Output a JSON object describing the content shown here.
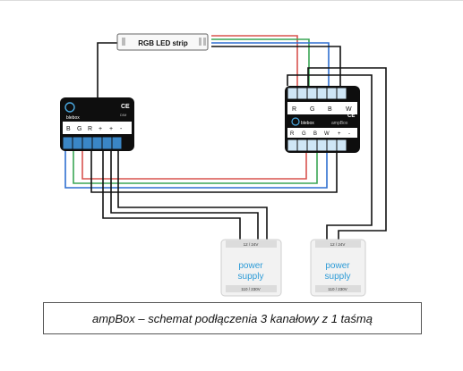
{
  "strip": {
    "label": "RGB LED strip"
  },
  "left_device": {
    "brand": "blebox",
    "ce": "CE",
    "model": "DIM",
    "terminals": [
      "B",
      "G",
      "R",
      "+",
      "+",
      "-"
    ]
  },
  "right_device": {
    "brand": "blebox",
    "ce": "CE",
    "model": "ampBox",
    "top_terminals": [
      "R",
      "G",
      "B",
      "W"
    ],
    "bottom_terminals": [
      "R",
      "G",
      "B",
      "W",
      "+",
      "-"
    ]
  },
  "psu_left": {
    "voltage": "12 / 24V",
    "line1": "power",
    "line2": "supply",
    "input": "110 / 230V"
  },
  "psu_right": {
    "voltage": "12 / 24V",
    "line1": "power",
    "line2": "supply",
    "input": "110 / 230V"
  },
  "caption": "ampBox – schemat podłączenia 3 kanałowy z 1 taśmą",
  "colors": {
    "red": "#d9534f",
    "green": "#3aa655",
    "blue": "#2f6fd0",
    "black": "#111111",
    "device": "#0e0e0e",
    "psu_text": "#2d9bd7"
  }
}
